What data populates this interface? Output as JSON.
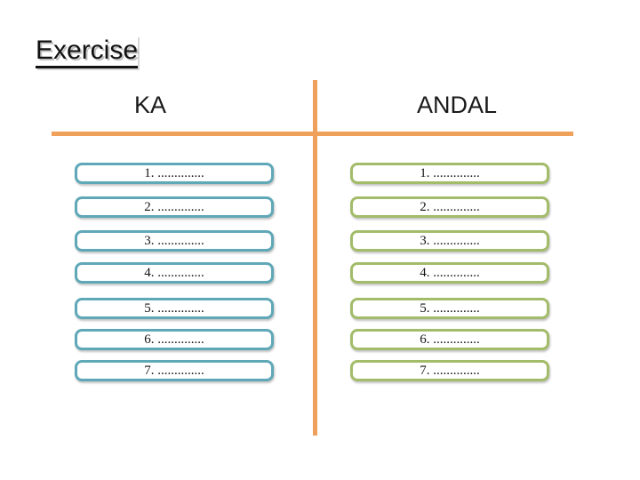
{
  "slide": {
    "title": "Exercise",
    "columns": [
      {
        "header": "KA",
        "accent_color": "#5FA8B8",
        "items": [
          "1. ..............",
          "2. ..............",
          "3. ..............",
          "4. ..............",
          "5. ..............",
          "6. ..............",
          "7. .............."
        ]
      },
      {
        "header": "ANDAL",
        "accent_color": "#A3BC69",
        "items": [
          "1. ..............",
          "2. ..............",
          "3. ..............",
          "4. ..............",
          "5. ..............",
          "6. ..............",
          "7. .............."
        ]
      }
    ],
    "colors": {
      "divider_orange": "#EFA05A",
      "title_text": "#111111",
      "box_fill": "#FFFFFF"
    }
  }
}
